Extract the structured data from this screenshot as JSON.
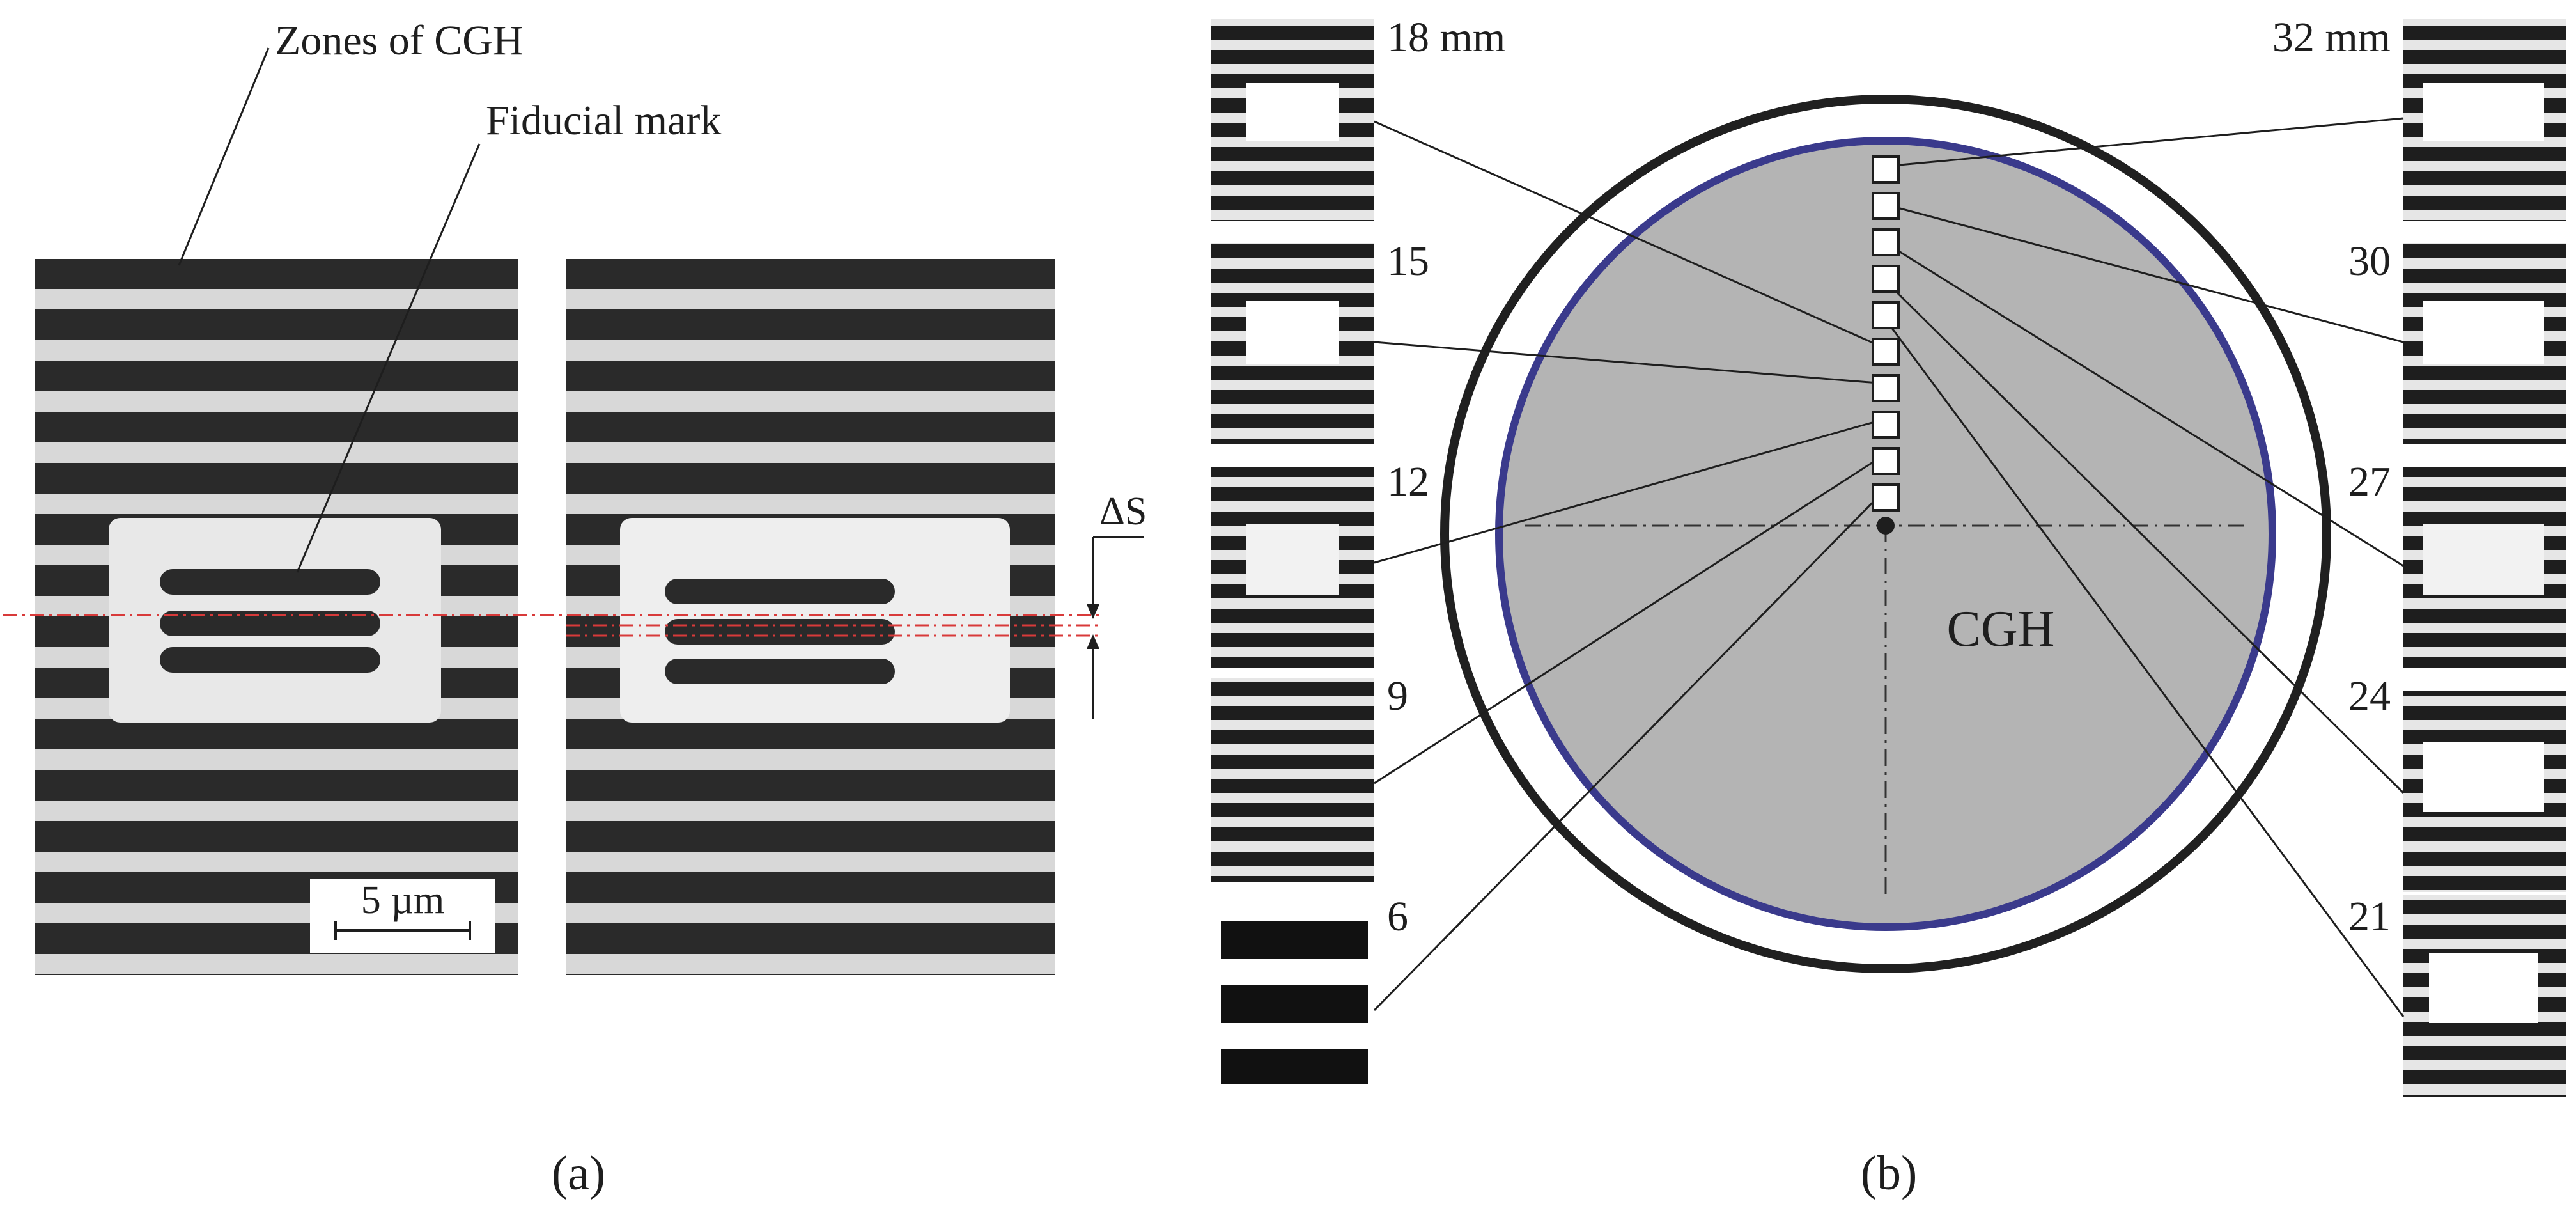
{
  "panel_a": {
    "zones_label": "Zones of CGH",
    "fiducial_label": "Fiducial mark",
    "delta_s_label": "ΔS",
    "scale_bar_label": "5 µm",
    "caption": "(a)"
  },
  "panel_b": {
    "cgh_label": "CGH",
    "left_labels": [
      "18 mm",
      "15",
      "12",
      "9",
      "6"
    ],
    "right_labels": [
      "32 mm",
      "30",
      "27",
      "24",
      "21"
    ],
    "caption": "(b)"
  },
  "colors": {
    "background": "#ffffff",
    "dark_band": "#2a2a2a",
    "light_band": "#d8d8d8",
    "cgh_fill": "#b4b4b4",
    "cgh_ring": "#3a3a8c",
    "outer_ring": "#202020",
    "guide_line": "#d83a3a"
  }
}
